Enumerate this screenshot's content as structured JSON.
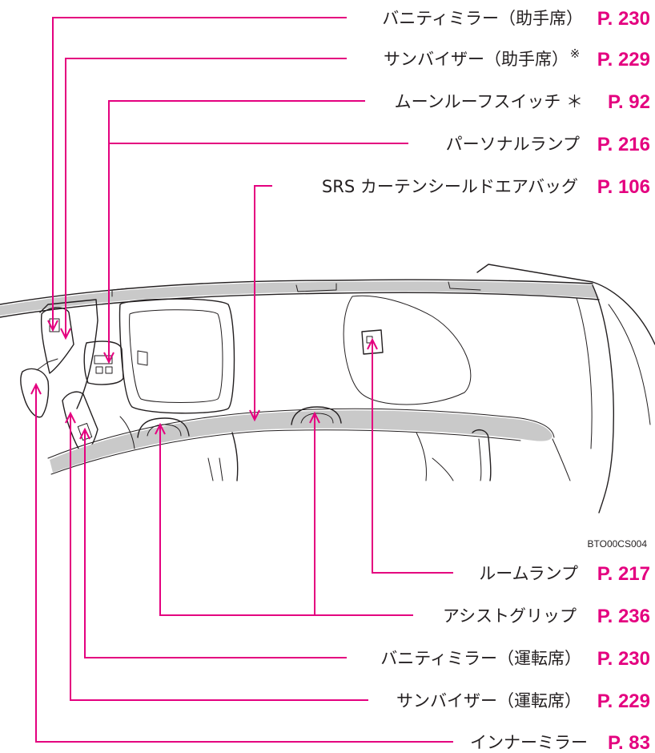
{
  "callouts": [
    {
      "label": "バニティミラー（助手席）",
      "note": "",
      "page": "P. 230"
    },
    {
      "label": "サンバイザー（助手席）",
      "note": "※",
      "page": "P. 229"
    },
    {
      "label": "ムーンルーフスイッチ ＊",
      "note": "",
      "page": "P. 92"
    },
    {
      "label": "パーソナルランプ",
      "note": "",
      "page": "P. 216"
    },
    {
      "label": "SRS カーテンシールドエアバッグ",
      "note": "",
      "page": "P. 106"
    },
    {
      "label": "ルームランプ",
      "note": "",
      "page": "P. 217"
    },
    {
      "label": "アシストグリップ",
      "note": "",
      "page": "P. 236"
    },
    {
      "label": "バニティミラー（運転席）",
      "note": "",
      "page": "P. 230"
    },
    {
      "label": "サンバイザー（運転席）",
      "note": "",
      "page": "P. 229"
    },
    {
      "label": "インナーミラー",
      "note": "",
      "page": "P. 83"
    }
  ],
  "image_code": "BTO00CS004",
  "colors": {
    "accent": "#e4007f",
    "text": "#231f20",
    "airbag_band": "#c9c9c9"
  }
}
